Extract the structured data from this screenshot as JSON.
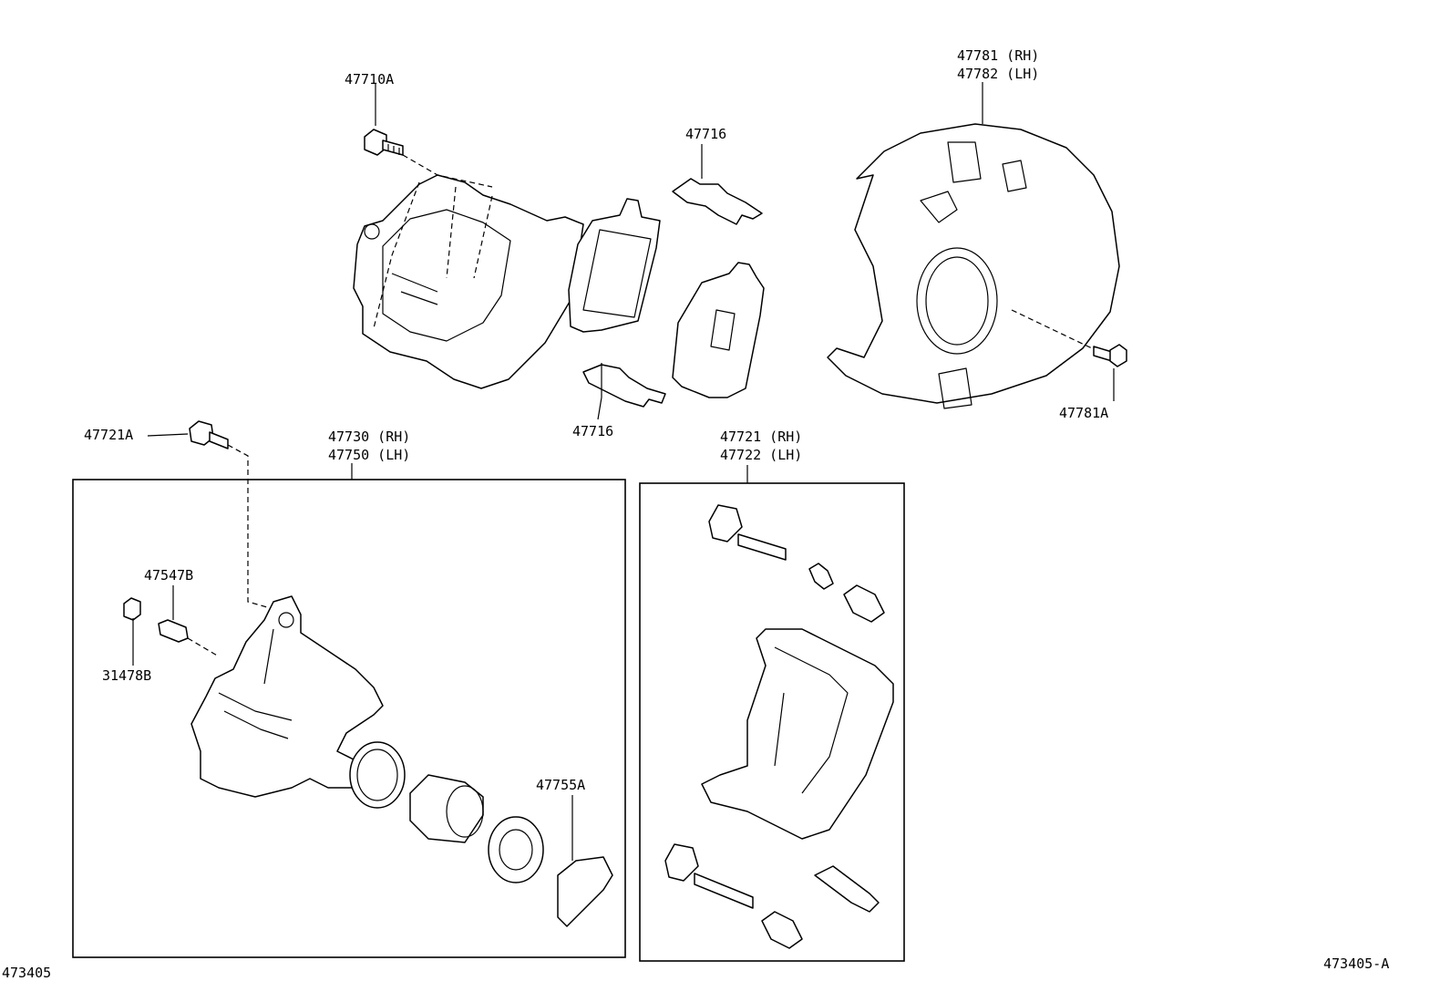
{
  "colors": {
    "ink": "#000000",
    "background": "#ffffff"
  },
  "labels": {
    "bolt_top": "47710A",
    "clip_top": "47716",
    "clip_bottom": "47716",
    "dust_cover_rh": "47781 (RH)",
    "dust_cover_lh": "47782 (LH)",
    "dust_cover_bolt": "47781A",
    "caliper_bolt": "47721A",
    "caliper_assy_rh": "47730 (RH)",
    "caliper_assy_lh": "47750 (LH)",
    "bleeder_plug": "47547B",
    "bleeder_cap": "31478B",
    "anti_squeal": "47755A",
    "mounting_rh": "47721 (RH)",
    "mounting_lh": "47722 (LH)",
    "drawing_no_left": "473405",
    "drawing_no_right": "473405-A"
  }
}
